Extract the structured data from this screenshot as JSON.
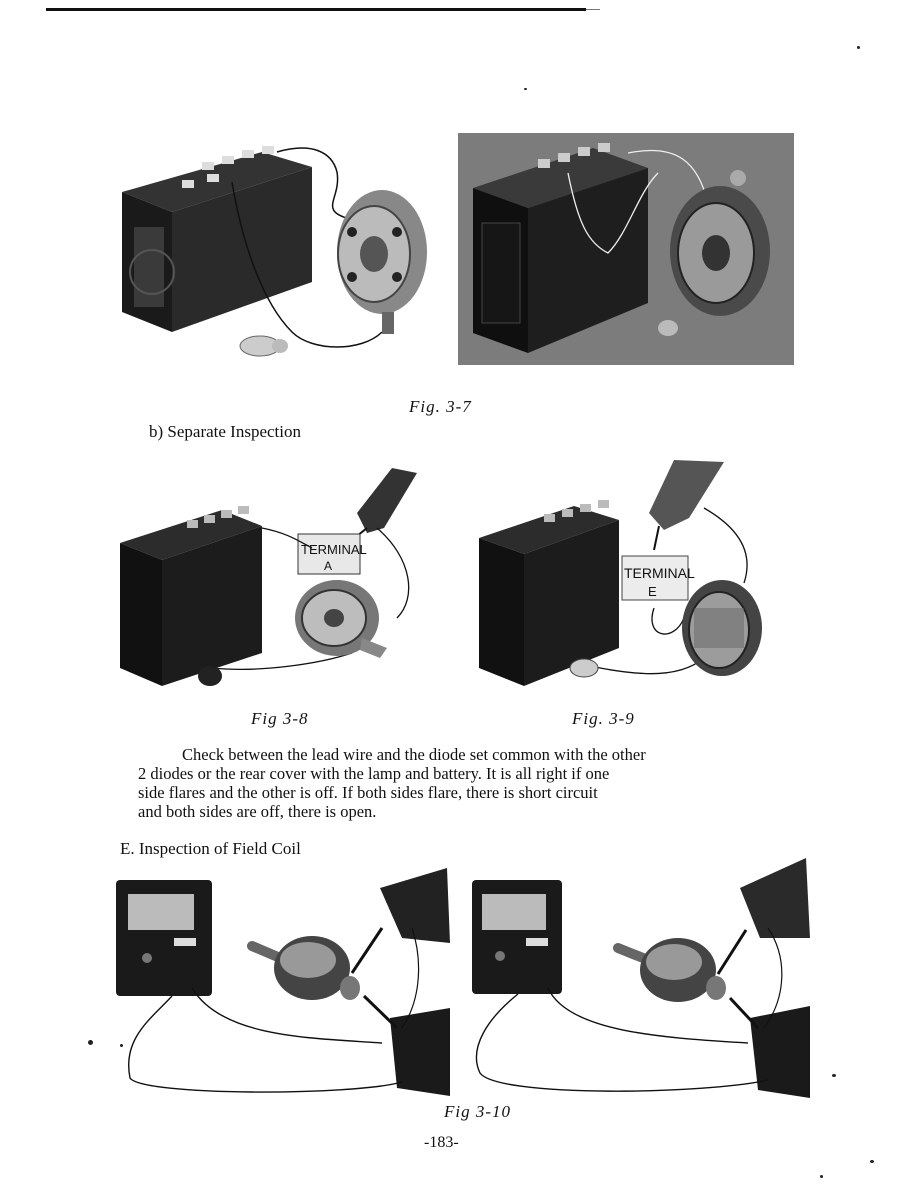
{
  "figures": {
    "fig_3_7": "Fig. 3-7",
    "fig_3_8": "Fig 3-8",
    "fig_3_9": "Fig. 3-9",
    "fig_3_10": "Fig 3-10"
  },
  "photo_labels": {
    "terminal_a_line1": "TERMINAL",
    "terminal_a_line2": "A",
    "terminal_e_line1": "TERMINAL",
    "terminal_e_line2": "E"
  },
  "headings": {
    "separate_inspection": "b) Separate Inspection",
    "field_coil": "E.  Inspection of Field Coil"
  },
  "body_lines": [
    "Check between the lead wire and the diode set common with the other",
    "2 diodes or the rear cover with the lamp and battery.  It is all right if one",
    "side flares and the other is off.  If both sides flare, there is short circuit",
    "and both sides are off, there is open."
  ],
  "page_number": "-183-"
}
